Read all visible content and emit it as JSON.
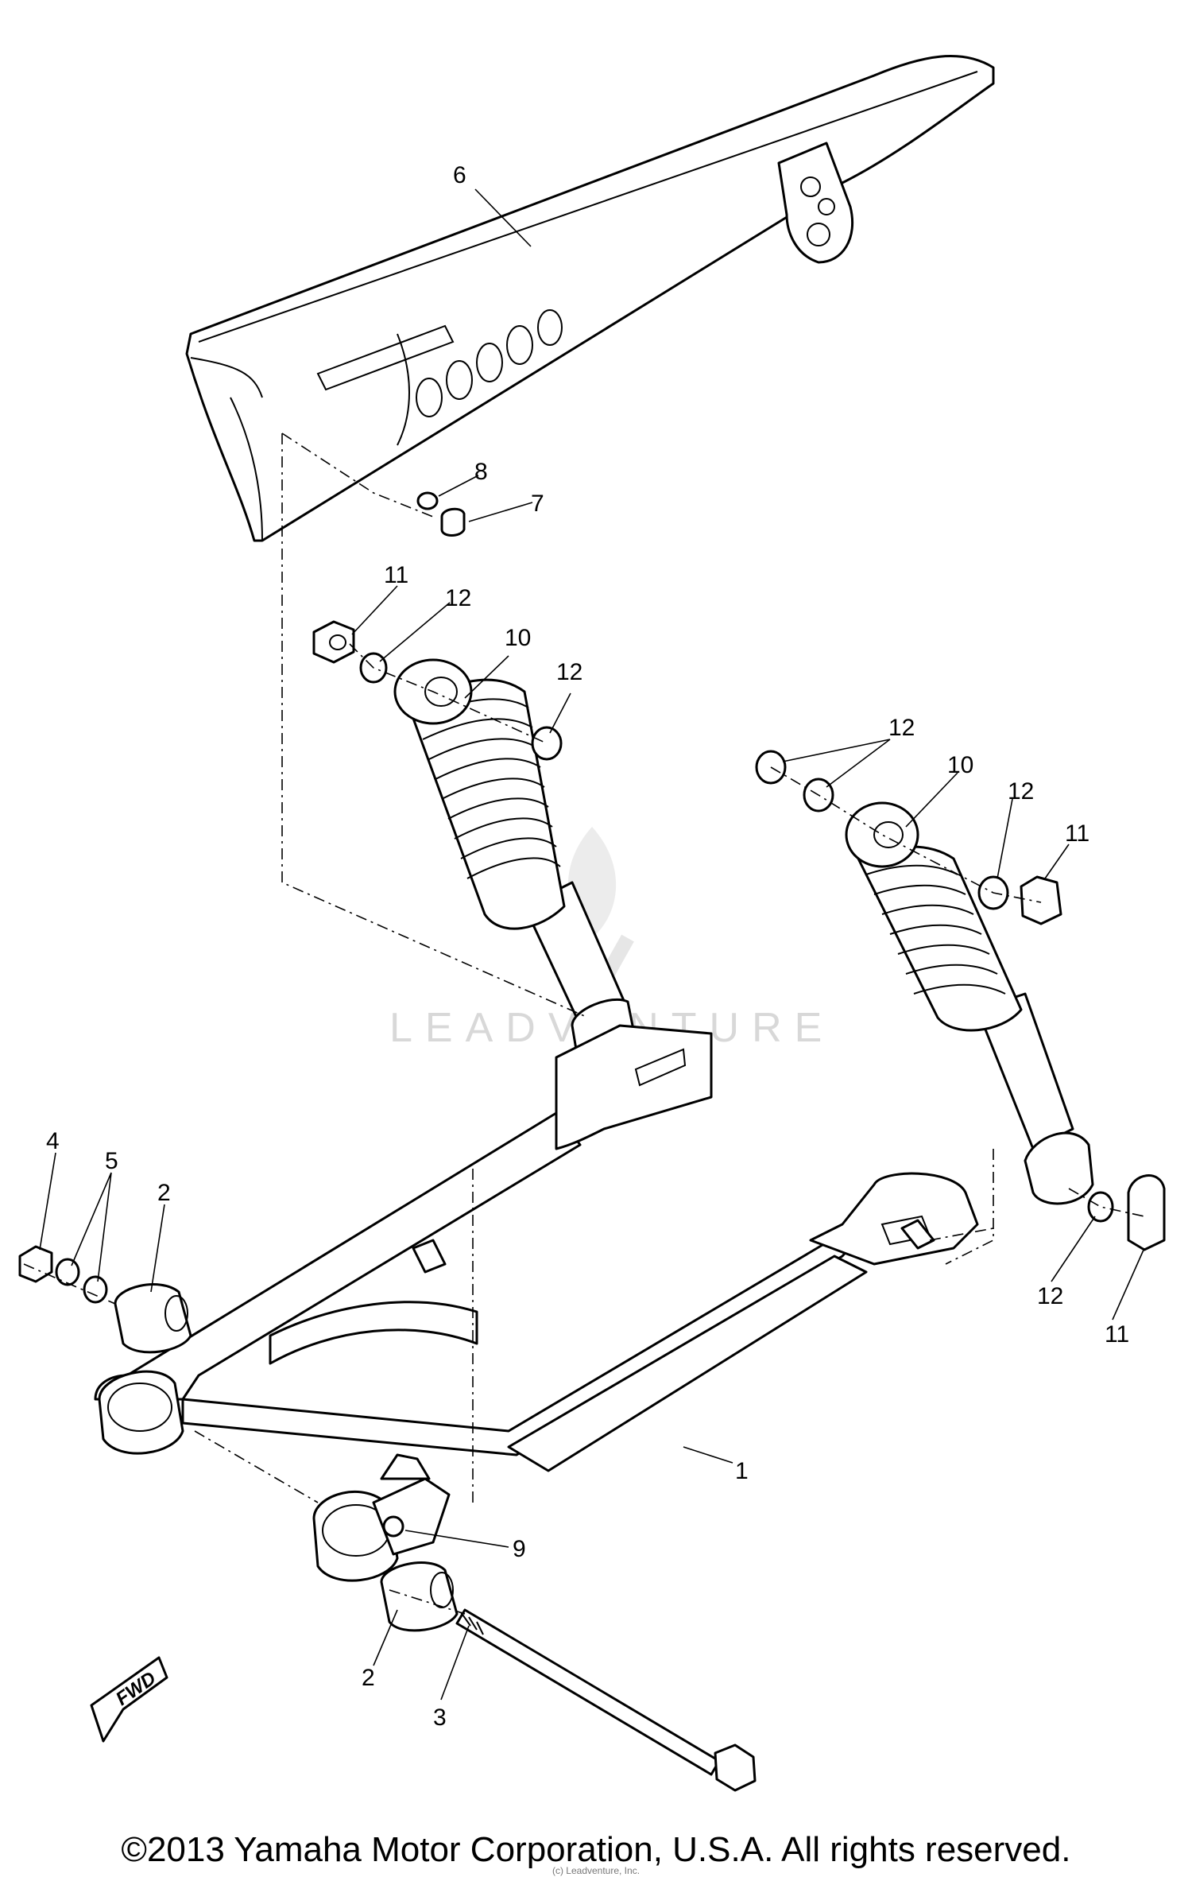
{
  "diagram": {
    "callouts": {
      "c1": "1",
      "c2a": "2",
      "c2b": "2",
      "c3": "3",
      "c4": "4",
      "c5": "5",
      "c6": "6",
      "c7": "7",
      "c8": "8",
      "c9": "9",
      "c10a": "10",
      "c10b": "10",
      "c11a": "11",
      "c11b": "11",
      "c11c": "11",
      "c12a": "12",
      "c12b": "12",
      "c12c": "12",
      "c12d": "12",
      "c12e": "12"
    },
    "fwd_label": "FWD",
    "watermark": "LEADVENTURE",
    "copyright": "©2013 Yamaha Motor Corporation, U.S.A. All rights reserved.",
    "sub_copyright": "(c) Leadventure, Inc."
  }
}
